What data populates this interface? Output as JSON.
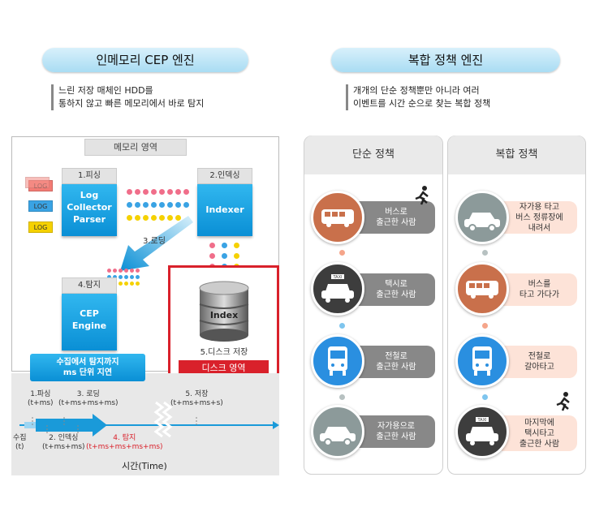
{
  "left": {
    "title": "인메모리 CEP 엔진",
    "desc": [
      "느린 저장 매체인 HDD를",
      "통하지 않고 빠른 메모리에서 바로 탐지"
    ],
    "memory_label": "메모리 영역",
    "log_tags": [
      "LOG",
      "LOG",
      "LOG"
    ],
    "box1_tab": "1.피싱",
    "box1_text": "Log\nCollector\nParser",
    "box2_tab": "2.인덱싱",
    "box2_text": "Indexer",
    "box4_tab": "4.탐지",
    "box4_text": "CEP\nEngine",
    "arrow_label": "3.로딩",
    "index_label": "Index",
    "disk_store_label": "5.디스크 저장",
    "disk_area_label": "디스크 영역",
    "callout": "수집에서 탐지까지\nms 단위 지연",
    "timeline": {
      "t1": "1.파싱\n(t+ms)",
      "t2": "2. 인덱싱\n(t+ms+ms)",
      "t3": "3. 로딩\n(t+ms+ms+ms)",
      "t4": "4. 탐지\n(t+ms+ms+ms+ms)",
      "t5": "5. 저장\n(t+ms+ms+s)",
      "start": "수집\n(t)",
      "axis": "시간(Time)"
    }
  },
  "right": {
    "title": "복합 정책 엔진",
    "desc": [
      "개개의 단순 정책뿐만 아니라 여러",
      "이벤트를 시간 순으로 찾는 복합 정책"
    ],
    "simple": {
      "head": "단순 정책",
      "items": [
        "버스로\n출근한 사람",
        "택시로\n출근한 사람",
        "전철로\n출근한 사람",
        "자가용으로\n출근한 사람"
      ]
    },
    "complex": {
      "head": "복합 정책",
      "items": [
        "자가용 타고\n버스 정류장에\n내려서",
        "버스를\n타고 가다가",
        "전철로\n갈아타고",
        "마지막에\n택시타고\n출근한 사람"
      ]
    },
    "taxi_text": "TAXI"
  },
  "colors": {
    "bus": "#c9704b",
    "taxi": "#3d3d3d",
    "train": "#2a8fe0",
    "car": "#8c9a9a",
    "disk_red": "#d9212b",
    "blue": "#0a8fd5"
  }
}
